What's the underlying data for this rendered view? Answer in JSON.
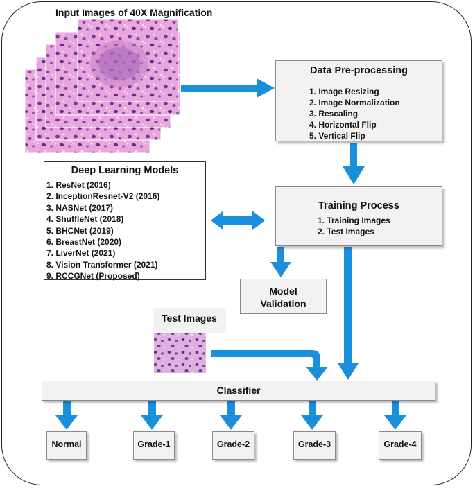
{
  "diagram": {
    "input_title": "Input Images of 40X Magnification",
    "preprocessing": {
      "title": "Data Pre-processing",
      "steps": [
        "1. Image Resizing",
        "2. Image Normalization",
        "3. Rescaling",
        "4. Horizontal Flip",
        "5. Vertical Flip"
      ]
    },
    "deep_learning": {
      "title": "Deep Learning Models",
      "models": [
        "1. ResNet (2016)",
        "2. InceptionResnet-V2 (2016)",
        "3. NASNet (2017)",
        "4. ShuffleNet (2018)",
        "5. BHCNet (2019)",
        "6. BreastNet (2020)",
        "7. LiverNet (2021)",
        "8. Vision Transformer (2021)",
        "9. RCCGNet (Proposed)"
      ]
    },
    "training": {
      "title": "Training Process",
      "items": [
        "1. Training Images",
        "2. Test Images"
      ]
    },
    "validation_line1": "Model",
    "validation_line2": "Validation",
    "test_images_label": "Test Images",
    "classifier_label": "Classifier",
    "outputs": [
      "Normal",
      "Grade-1",
      "Grade-2",
      "Grade-3",
      "Grade-4"
    ],
    "colors": {
      "arrow": "#1a8fdc",
      "box_fill": "#f2f2f2",
      "tissue_pink": "#e49ad8",
      "nuclei_purple": "#6a3a9a"
    }
  }
}
